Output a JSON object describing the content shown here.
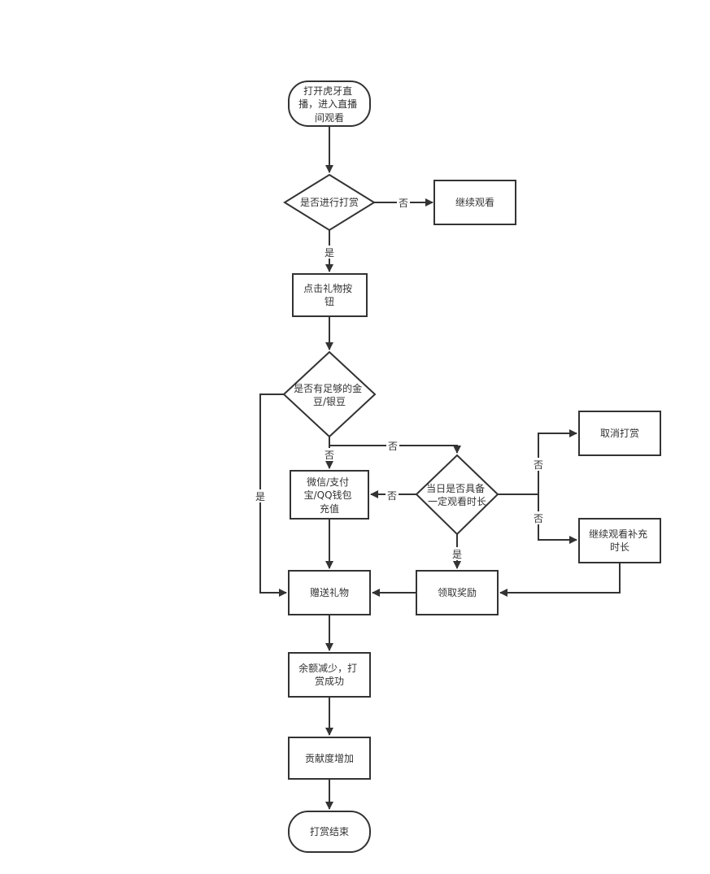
{
  "nodes": {
    "start": {
      "lines": [
        "打开虎牙直",
        "播，进入直播",
        "间观看"
      ]
    },
    "decision_tip": {
      "lines": [
        "是否进行打赏"
      ]
    },
    "continue_watch": {
      "lines": [
        "继续观看"
      ]
    },
    "click_gift": {
      "lines": [
        "点击礼物按",
        "钮"
      ]
    },
    "decision_balance": {
      "lines": [
        "是否有足够的金",
        "豆/银豆"
      ]
    },
    "recharge": {
      "lines": [
        "微信/支付",
        "宝/QQ钱包",
        "充值"
      ]
    },
    "decision_duration": {
      "lines": [
        "当日是否具备",
        "一定观看时长"
      ]
    },
    "cancel_tip": {
      "lines": [
        "取消打赏"
      ]
    },
    "continue_supplement": {
      "lines": [
        "继续观看补充",
        "时长"
      ]
    },
    "send_gift": {
      "lines": [
        "赠送礼物"
      ]
    },
    "claim_reward": {
      "lines": [
        "领取奖励"
      ]
    },
    "balance_decrease": {
      "lines": [
        "余额减少，打",
        "赏成功"
      ]
    },
    "contribution_increase": {
      "lines": [
        "贡献度增加"
      ]
    },
    "end": {
      "lines": [
        "打赏结束"
      ]
    }
  },
  "edge_labels": {
    "tip_no": "否",
    "tip_yes": "是",
    "balance_no_down": "否",
    "balance_no_right": "否",
    "balance_yes": "是",
    "duration_no_left": "否",
    "duration_yes": "是",
    "duration_no_cancel": "否",
    "duration_no_supplement": "否"
  },
  "colors": {
    "stroke": "#333333",
    "fill": "#ffffff",
    "text": "#333333"
  }
}
